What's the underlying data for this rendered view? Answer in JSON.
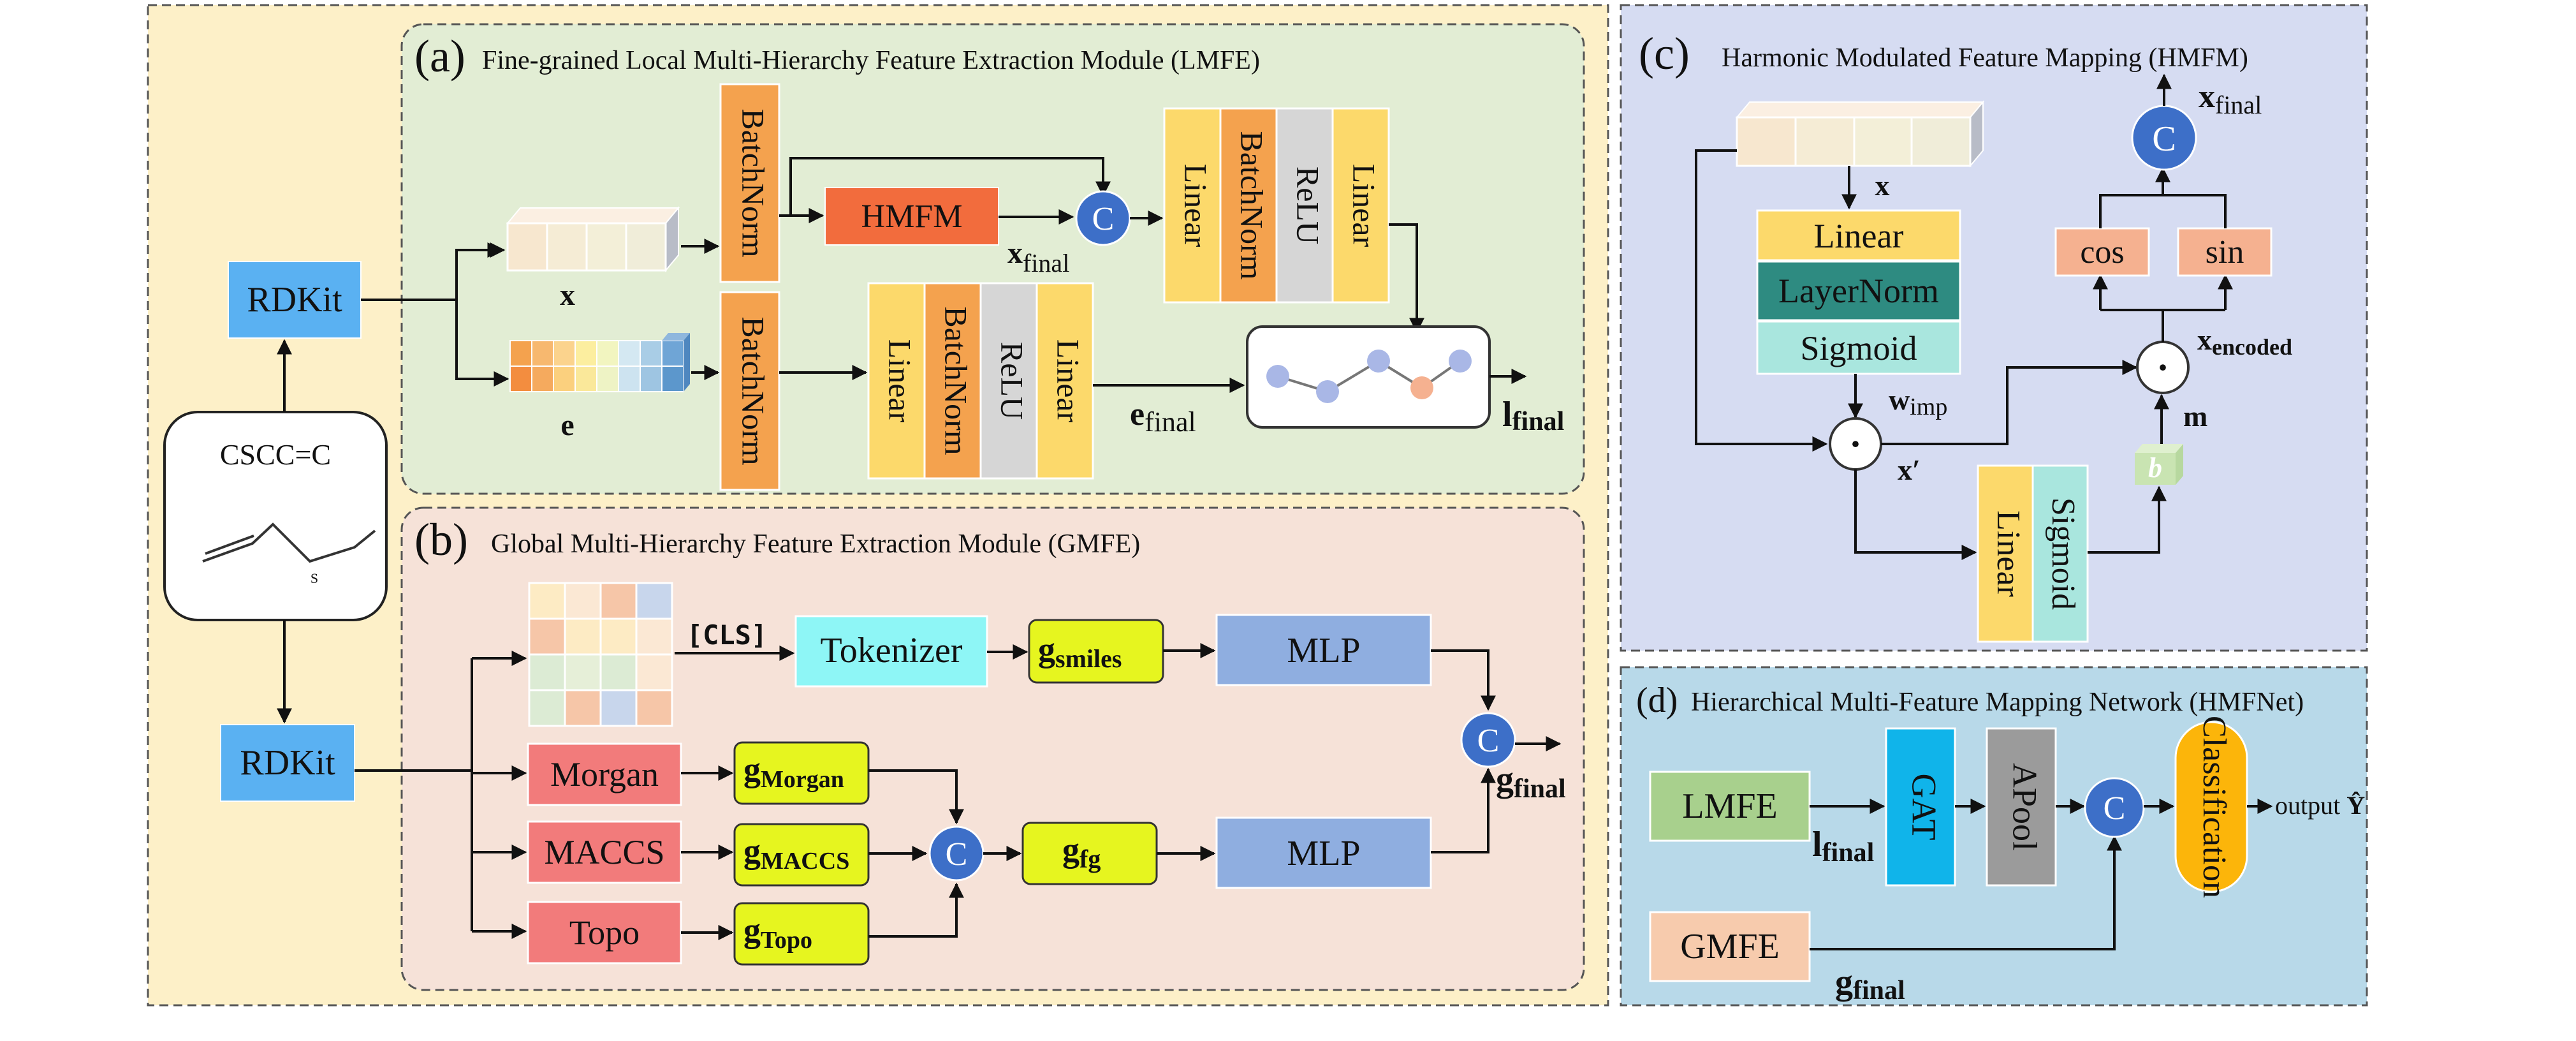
{
  "colors": {
    "left_bg": "#fdf0c8",
    "lmfe_bg": "#e2edd4",
    "gmfe_bg": "#f6e2d8",
    "hmfm_bg": "#d6dcf2",
    "hmfnet_bg": "#b8d9e9",
    "rdkit": "#5ab1f2",
    "batchnorm": "#f4a24e",
    "linear": "#fcd96b",
    "relu": "#d6d6d6",
    "hmfm_box": "#f26c3d",
    "concat": "#3d6fc8",
    "green_feat": "#e6f51f",
    "mlp": "#8faee0",
    "red_feat": "#f27b7b",
    "tokenizer": "#8ef6f6",
    "layernorm": "#2e8b81",
    "sigmoid": "#a9e6de",
    "cos_sin": "#f5b190",
    "gat": "#10b4ea",
    "apool": "#9b9b9b",
    "classification": "#fcb50a",
    "lmfe_box": "#a8d08d",
    "gmfe_box": "#f7cbad"
  },
  "panel_a": {
    "tag": "(a)",
    "title": "Fine-grained Local Multi-Hierarchy Feature Extraction Module (LMFE)",
    "batchnorm": "BatchNorm",
    "hmfm": "HMFM",
    "concat": "C",
    "x_label": "x",
    "x_final_main": "x",
    "x_final_sub": "final",
    "e_label": "e",
    "e_final_main": "e",
    "e_final_sub": "final",
    "l_final_main": "l",
    "l_final_sub": "final",
    "linear": "Linear",
    "relu": "ReLU"
  },
  "panel_b": {
    "tag": "(b)",
    "title": "Global Multi-Hierarchy Feature Extraction Module (GMFE)",
    "cls": "[CLS]",
    "tokenizer": "Tokenizer",
    "g": "g",
    "g_smiles_sub": "smiles",
    "g_morgan_sub": "Morgan",
    "g_maccs_sub": "MACCS",
    "g_fg_sub": "fg",
    "g_topo_sub": "Topo",
    "g_final_sub": "final",
    "mlp": "MLP",
    "morgan": "Morgan",
    "maccs": "MACCS",
    "topo": "Topo",
    "concat": "C"
  },
  "left": {
    "rdkit": "RDKit",
    "smiles": "CSCC=C",
    "atom_s": "S"
  },
  "panel_c": {
    "tag": "(c)",
    "title": "Harmonic Modulated Feature Mapping (HMFM)",
    "x_label": "x",
    "linear": "Linear",
    "layernorm": "LayerNorm",
    "sigmoid": "Sigmoid",
    "w_main": "w",
    "w_sub": "imp",
    "x_prime": "x′",
    "dot": "·",
    "m_label": "m",
    "b_label": "b",
    "cos": "cos",
    "sin": "sin",
    "concat": "C",
    "x_final_main": "x",
    "x_final_sub": "final",
    "x_encoded_main": "x",
    "x_encoded_sub": "encoded"
  },
  "panel_d": {
    "tag": "(d)",
    "title": "Hierarchical Multi-Feature Mapping Network (HMFNet)",
    "lmfe": "LMFE",
    "gmfe": "GMFE",
    "gat": "GAT",
    "apool": "APool",
    "concat": "C",
    "classification": "Classification",
    "output": "output",
    "y_hat": "Ŷ",
    "l_final_main": "l",
    "l_final_sub": "final",
    "g_final_main": "g",
    "g_final_sub": "final"
  }
}
